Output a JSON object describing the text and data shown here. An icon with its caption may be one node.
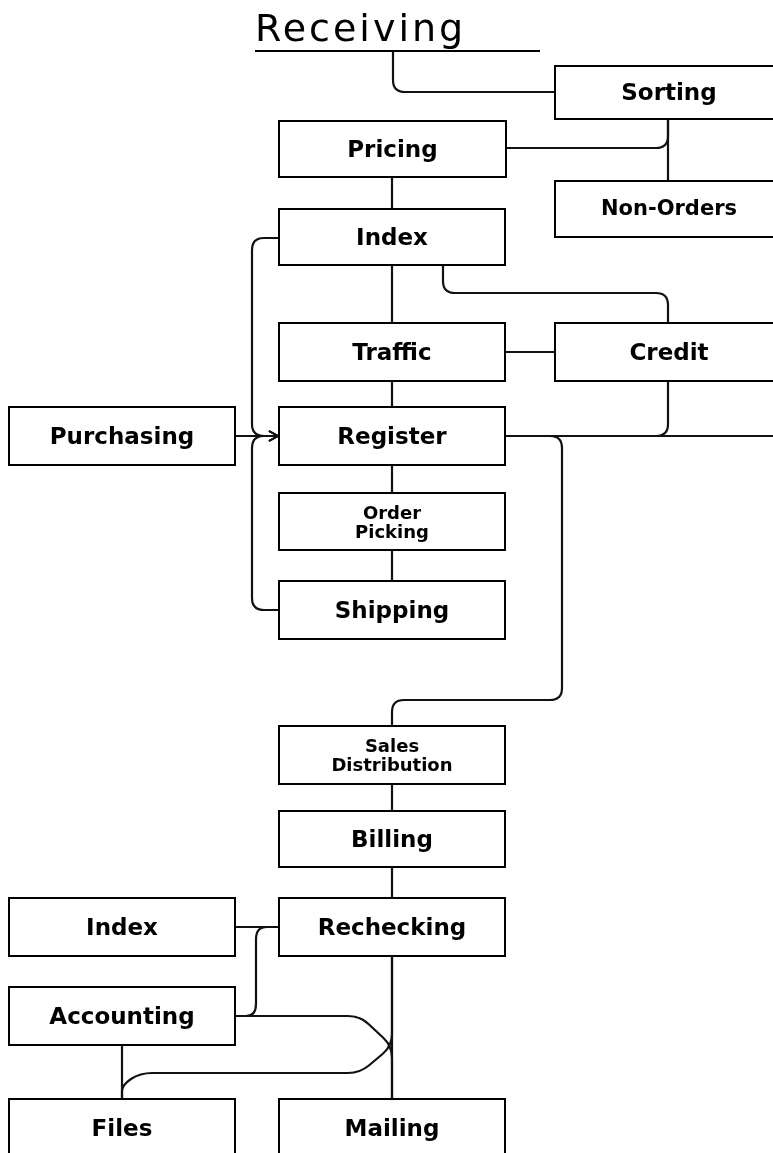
{
  "diagram": {
    "nodes": [
      {
        "text": [
          "Receiving"
        ]
      },
      {
        "text": [
          "Sorting"
        ]
      },
      {
        "text": [
          "Pricing"
        ]
      },
      {
        "text": [
          "Non-Orders"
        ]
      },
      {
        "text": [
          "Index"
        ]
      },
      {
        "text": [
          "Traffic"
        ]
      },
      {
        "text": [
          "Credit"
        ]
      },
      {
        "text": [
          "Purchasing"
        ]
      },
      {
        "text": [
          "Register"
        ]
      },
      {
        "text": [
          "Order Picking"
        ]
      },
      {
        "text": [
          "Shipping"
        ]
      },
      {
        "text": [
          "Sales Distribution"
        ]
      },
      {
        "text": [
          "Billing"
        ]
      },
      {
        "text": [
          "Index"
        ]
      },
      {
        "text": [
          "Rechecking"
        ]
      },
      {
        "text": [
          "Accounting"
        ]
      },
      {
        "text": [
          "Files"
        ]
      },
      {
        "text": [
          "Mailing"
        ]
      }
    ],
    "edges": [
      {
        "from": 0,
        "to": 1,
        "arrow": "none"
      },
      {
        "from": 1,
        "to": 2,
        "arrow": "none"
      },
      {
        "from": 1,
        "to": 3,
        "arrow": "none"
      },
      {
        "from": 2,
        "to": 4,
        "arrow": "none"
      },
      {
        "from": 4,
        "to": 5,
        "arrow": "none"
      },
      {
        "from": 4,
        "to": 6,
        "arrow": "none"
      },
      {
        "from": 5,
        "to": 6,
        "arrow": "none"
      },
      {
        "from": 5,
        "to": 8,
        "arrow": "none"
      },
      {
        "from": 6,
        "to": 8,
        "arrow": "none"
      },
      {
        "from": 7,
        "to": 8,
        "arrow": "to"
      },
      {
        "from": 4,
        "to": 8,
        "arrow": "to"
      },
      {
        "from": 10,
        "to": 8,
        "arrow": "to"
      },
      {
        "from": 8,
        "to": 9,
        "arrow": "none"
      },
      {
        "from": 9,
        "to": 10,
        "arrow": "none"
      },
      {
        "from": 8,
        "to": 11,
        "arrow": "none"
      },
      {
        "from": 8,
        "to": null,
        "arrow": "none"
      },
      {
        "from": 11,
        "to": 12,
        "arrow": "none"
      },
      {
        "from": 12,
        "to": 14,
        "arrow": "none"
      },
      {
        "from": 13,
        "to": 14,
        "arrow": "none"
      },
      {
        "from": 15,
        "to": 14,
        "arrow": "none"
      },
      {
        "from": 14,
        "to": 17,
        "arrow": "none"
      },
      {
        "from": 15,
        "to": 17,
        "arrow": "none"
      },
      {
        "from": 16,
        "to": 14,
        "arrow": "none"
      },
      {
        "from": 15,
        "to": 16,
        "arrow": "none"
      }
    ]
  }
}
